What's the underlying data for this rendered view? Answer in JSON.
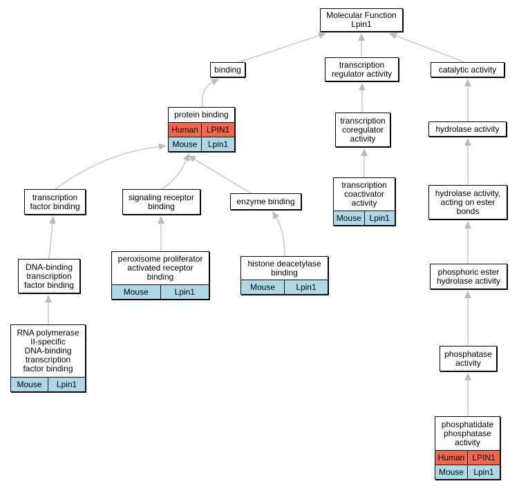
{
  "colors": {
    "human": "#f26649",
    "mouse": "#add8e6",
    "edge": "#bbbbbb"
  },
  "nodes": [
    {
      "id": "mf",
      "lines": [
        "Molecular Function",
        "Lpin1"
      ],
      "rows": []
    },
    {
      "id": "binding",
      "lines": [
        "binding"
      ],
      "rows": []
    },
    {
      "id": "trreg",
      "lines": [
        "transcription",
        "regulator activity"
      ],
      "rows": []
    },
    {
      "id": "catalytic",
      "lines": [
        "catalytic activity"
      ],
      "rows": []
    },
    {
      "id": "protein",
      "lines": [
        "protein binding"
      ],
      "rows": [
        {
          "species": "Human",
          "gene": "LPIN1",
          "kind": "human"
        },
        {
          "species": "Mouse",
          "gene": "Lpin1",
          "kind": "mouse"
        }
      ]
    },
    {
      "id": "coreg",
      "lines": [
        "transcription",
        "coregulator",
        "activity"
      ],
      "rows": []
    },
    {
      "id": "hydrolase",
      "lines": [
        "hydrolase activity"
      ],
      "rows": []
    },
    {
      "id": "coact",
      "lines": [
        "transcription",
        "coactivator",
        "activity"
      ],
      "rows": [
        {
          "species": "Mouse",
          "gene": "Lpin1",
          "kind": "mouse"
        }
      ]
    },
    {
      "id": "tfbind",
      "lines": [
        "transcription",
        "factor binding"
      ],
      "rows": []
    },
    {
      "id": "sigrec",
      "lines": [
        "signaling receptor",
        "binding"
      ],
      "rows": []
    },
    {
      "id": "enzyme",
      "lines": [
        "enzyme binding"
      ],
      "rows": []
    },
    {
      "id": "hydroester",
      "lines": [
        "hydrolase activity,",
        "acting on ester",
        "bonds"
      ],
      "rows": []
    },
    {
      "id": "dnabind",
      "lines": [
        "DNA-binding",
        "transcription",
        "factor binding"
      ],
      "rows": []
    },
    {
      "id": "ppar",
      "lines": [
        "peroxisome proliferator",
        "activated receptor",
        "binding"
      ],
      "rows": [
        {
          "species": "Mouse",
          "gene": "Lpin1",
          "kind": "mouse"
        }
      ]
    },
    {
      "id": "hdac",
      "lines": [
        "histone deacetylase",
        "binding"
      ],
      "rows": [
        {
          "species": "Mouse",
          "gene": "Lpin1",
          "kind": "mouse"
        }
      ]
    },
    {
      "id": "phosester",
      "lines": [
        "phosphoric ester",
        "hydrolase activity"
      ],
      "rows": []
    },
    {
      "id": "rnapol",
      "lines": [
        "RNA polymerase",
        "II-specific",
        "DNA-binding",
        "transcription",
        "factor binding"
      ],
      "rows": [
        {
          "species": "Mouse",
          "gene": "Lpin1",
          "kind": "mouse"
        }
      ]
    },
    {
      "id": "phosphatase",
      "lines": [
        "phosphatase",
        "activity"
      ],
      "rows": []
    },
    {
      "id": "pap",
      "lines": [
        "phosphatidate",
        "phosphatase",
        "activity"
      ],
      "rows": [
        {
          "species": "Human",
          "gene": "LPIN1",
          "kind": "human"
        },
        {
          "species": "Mouse",
          "gene": "Lpin1",
          "kind": "mouse"
        }
      ]
    }
  ],
  "edges": [
    {
      "from": "binding",
      "to": "mf"
    },
    {
      "from": "trreg",
      "to": "mf"
    },
    {
      "from": "catalytic",
      "to": "mf"
    },
    {
      "from": "protein",
      "to": "binding"
    },
    {
      "from": "coreg",
      "to": "trreg"
    },
    {
      "from": "hydrolase",
      "to": "catalytic"
    },
    {
      "from": "coact",
      "to": "coreg"
    },
    {
      "from": "tfbind",
      "to": "protein"
    },
    {
      "from": "sigrec",
      "to": "protein"
    },
    {
      "from": "enzyme",
      "to": "protein"
    },
    {
      "from": "hydroester",
      "to": "hydrolase"
    },
    {
      "from": "dnabind",
      "to": "tfbind"
    },
    {
      "from": "ppar",
      "to": "sigrec"
    },
    {
      "from": "hdac",
      "to": "enzyme"
    },
    {
      "from": "phosester",
      "to": "hydroester"
    },
    {
      "from": "rnapol",
      "to": "dnabind"
    },
    {
      "from": "phosphatase",
      "to": "phosester"
    },
    {
      "from": "pap",
      "to": "phosphatase"
    }
  ]
}
